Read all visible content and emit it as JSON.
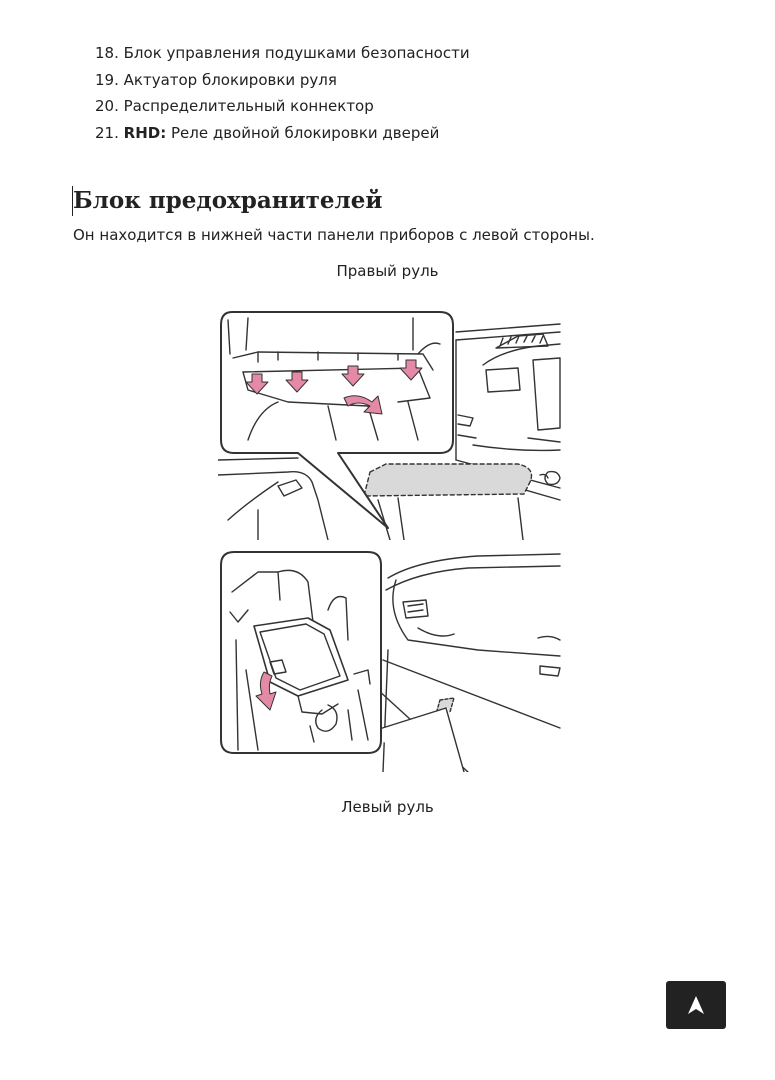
{
  "list_items": [
    {
      "num": "18.",
      "bold": "",
      "text": "Блок управления подушками безопасности"
    },
    {
      "num": "19.",
      "bold": "",
      "text": "Актуатор блокировки руля"
    },
    {
      "num": "20.",
      "bold": "",
      "text": "Распределительный коннектор"
    },
    {
      "num": "21.",
      "bold": "RHD:",
      "text": "Реле двойной блокировки дверей"
    }
  ],
  "section": {
    "title": "Блок предохранителей",
    "description": "Он находится в нижней части панели приборов с левой стороны."
  },
  "figure": {
    "caption_top": "Правый руль",
    "caption_bottom": "Левый руль"
  },
  "colors": {
    "text": "#222222",
    "arrow_pink": "#e58aa6",
    "highlight_gray": "#d9d9d9",
    "button_bg": "#222222"
  },
  "icons": {
    "scroll_top": "arrow-up-icon"
  }
}
